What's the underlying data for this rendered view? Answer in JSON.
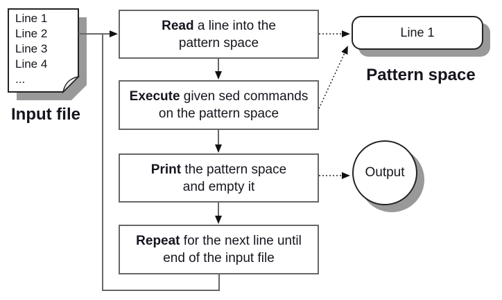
{
  "input_file": {
    "lines": [
      "Line 1",
      "Line 2",
      "Line 3",
      "Line 4",
      "..."
    ],
    "label": "Input file"
  },
  "steps": [
    {
      "keyword": "Read",
      "line1_rest": " a line into the",
      "line2": "pattern space"
    },
    {
      "keyword": "Execute",
      "line1_rest": " given sed commands",
      "line2": "on the pattern space"
    },
    {
      "keyword": "Print",
      "line1_rest": " the pattern space",
      "line2": "and empty it"
    },
    {
      "keyword": "Repeat",
      "line1_rest": " for the next line until",
      "line2": "end of the input file"
    }
  ],
  "pattern_space": {
    "value": "Line 1",
    "label": "Pattern space"
  },
  "output": {
    "label": "Output"
  },
  "colors": {
    "background": "#ffffff",
    "box_border": "#666666",
    "shape_border": "#222222",
    "connector_line": "#666666",
    "dotted_line": "#222222",
    "arrowhead": "#111111",
    "shadow": "#999999",
    "text": "#15151e"
  }
}
